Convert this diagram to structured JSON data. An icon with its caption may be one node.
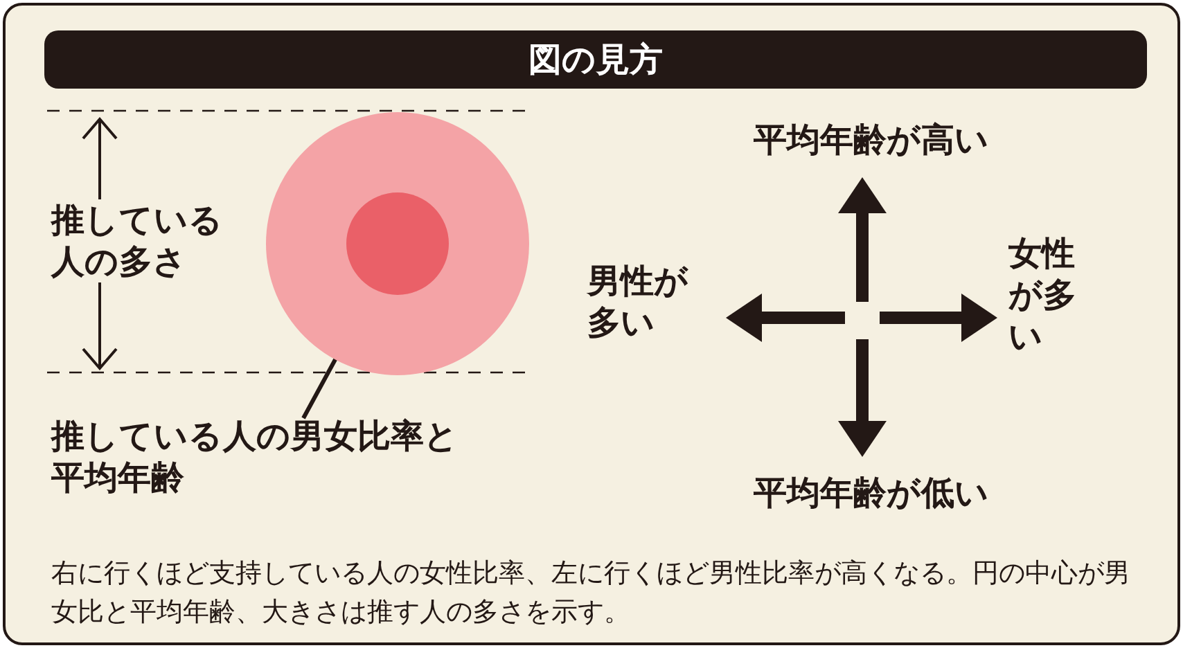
{
  "diagram": {
    "title": "図の見方",
    "caption": "右に行くほど支持している人の女性比率、左に行くほど男性比率が高くなる。円の中心が男女比と平均年齢、大きさは推す人の多さを示す。",
    "nodes": [
      {
        "text": [
          "推している人の男女比率と平均年齢"
        ]
      },
      {
        "text": [],
        "shape": "circle"
      },
      {
        "text": [],
        "shape": "circle",
        "in": 1
      }
    ],
    "edges": [
      {
        "from": 0,
        "to": 2,
        "arrow": "none"
      }
    ],
    "labels": [
      "推している人の多さ",
      "平均年齢が高い",
      "男性が多い",
      "女性が多い",
      "平均年齢が低い"
    ]
  }
}
